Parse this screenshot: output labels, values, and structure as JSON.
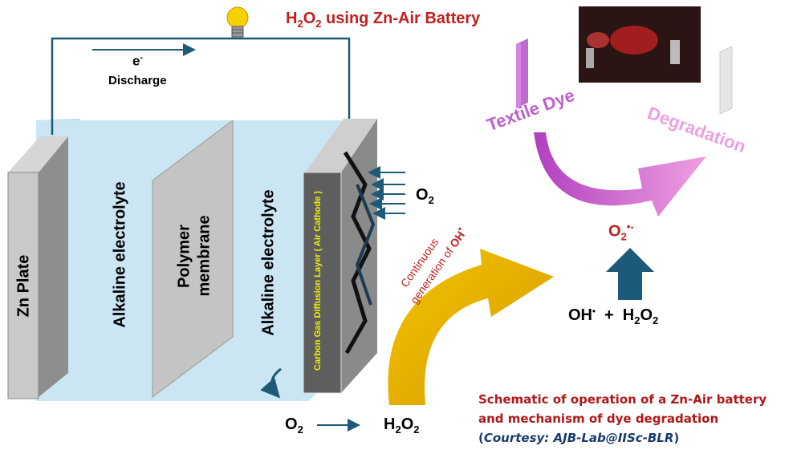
{
  "title": {
    "prefix": "H",
    "sub1": "2",
    "mid": "O",
    "sub2": "2",
    "rest": " using Zn-Air Battery"
  },
  "electron": {
    "label": "e",
    "sup": "-",
    "discharge": "Discharge"
  },
  "components": {
    "zn_plate": "Zn Plate",
    "electrolyte_left": "Alkaline electrolyte",
    "membrane_line1": "Polymer",
    "membrane_line2": "membrane",
    "electrolyte_right": "Alkaline electrolyte",
    "cathode": "Carbon Gas Diffusion Layer ( Air Cathode )"
  },
  "species": {
    "o2": "O",
    "o2_sub": "2",
    "h2o2": "H",
    "h2o2_sub1": "2",
    "h2o2_o": "O",
    "h2o2_sub2": "2",
    "oh": "OH",
    "oh_sup": "•",
    "plus": "+",
    "superoxide": "O",
    "superoxide_sub": "2",
    "superoxide_sup": "•-"
  },
  "continuous": {
    "line1": "Continuous",
    "line2": "generation of ",
    "oh": "OH",
    "oh_sup": "•"
  },
  "dye": {
    "textile": "Textile Dye",
    "degradation": "Degradation"
  },
  "caption": {
    "line1": "Schematic of operation of a Zn-Air battery",
    "line2": "and mechanism of dye degradation",
    "open": "(",
    "courtesy": "Courtesy: AJB-Lab@IISc-BLR",
    "close": ")"
  },
  "colors": {
    "electrolyte": "#cbe6f3",
    "wire": "#1d5a78",
    "title": "#c0201e",
    "arrow_yellow": "#e8b400",
    "dye": "#c86ad2"
  }
}
